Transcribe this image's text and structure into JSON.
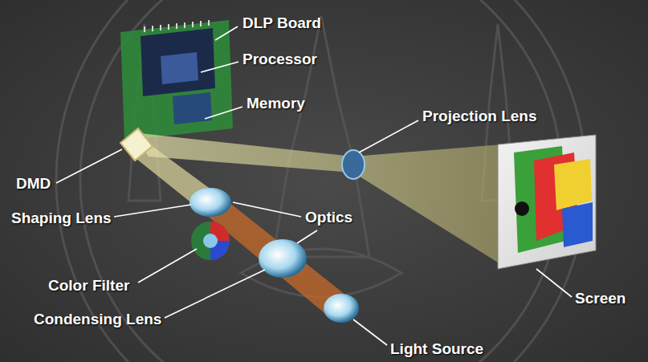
{
  "diagram": {
    "labels": [
      "DLP Board",
      "Processor",
      "Memory",
      "Projection Lens",
      "DMD",
      "Optics",
      "Shaping Lens",
      "Color Filter",
      "Condensing Lens",
      "Light Source",
      "Screen"
    ]
  }
}
